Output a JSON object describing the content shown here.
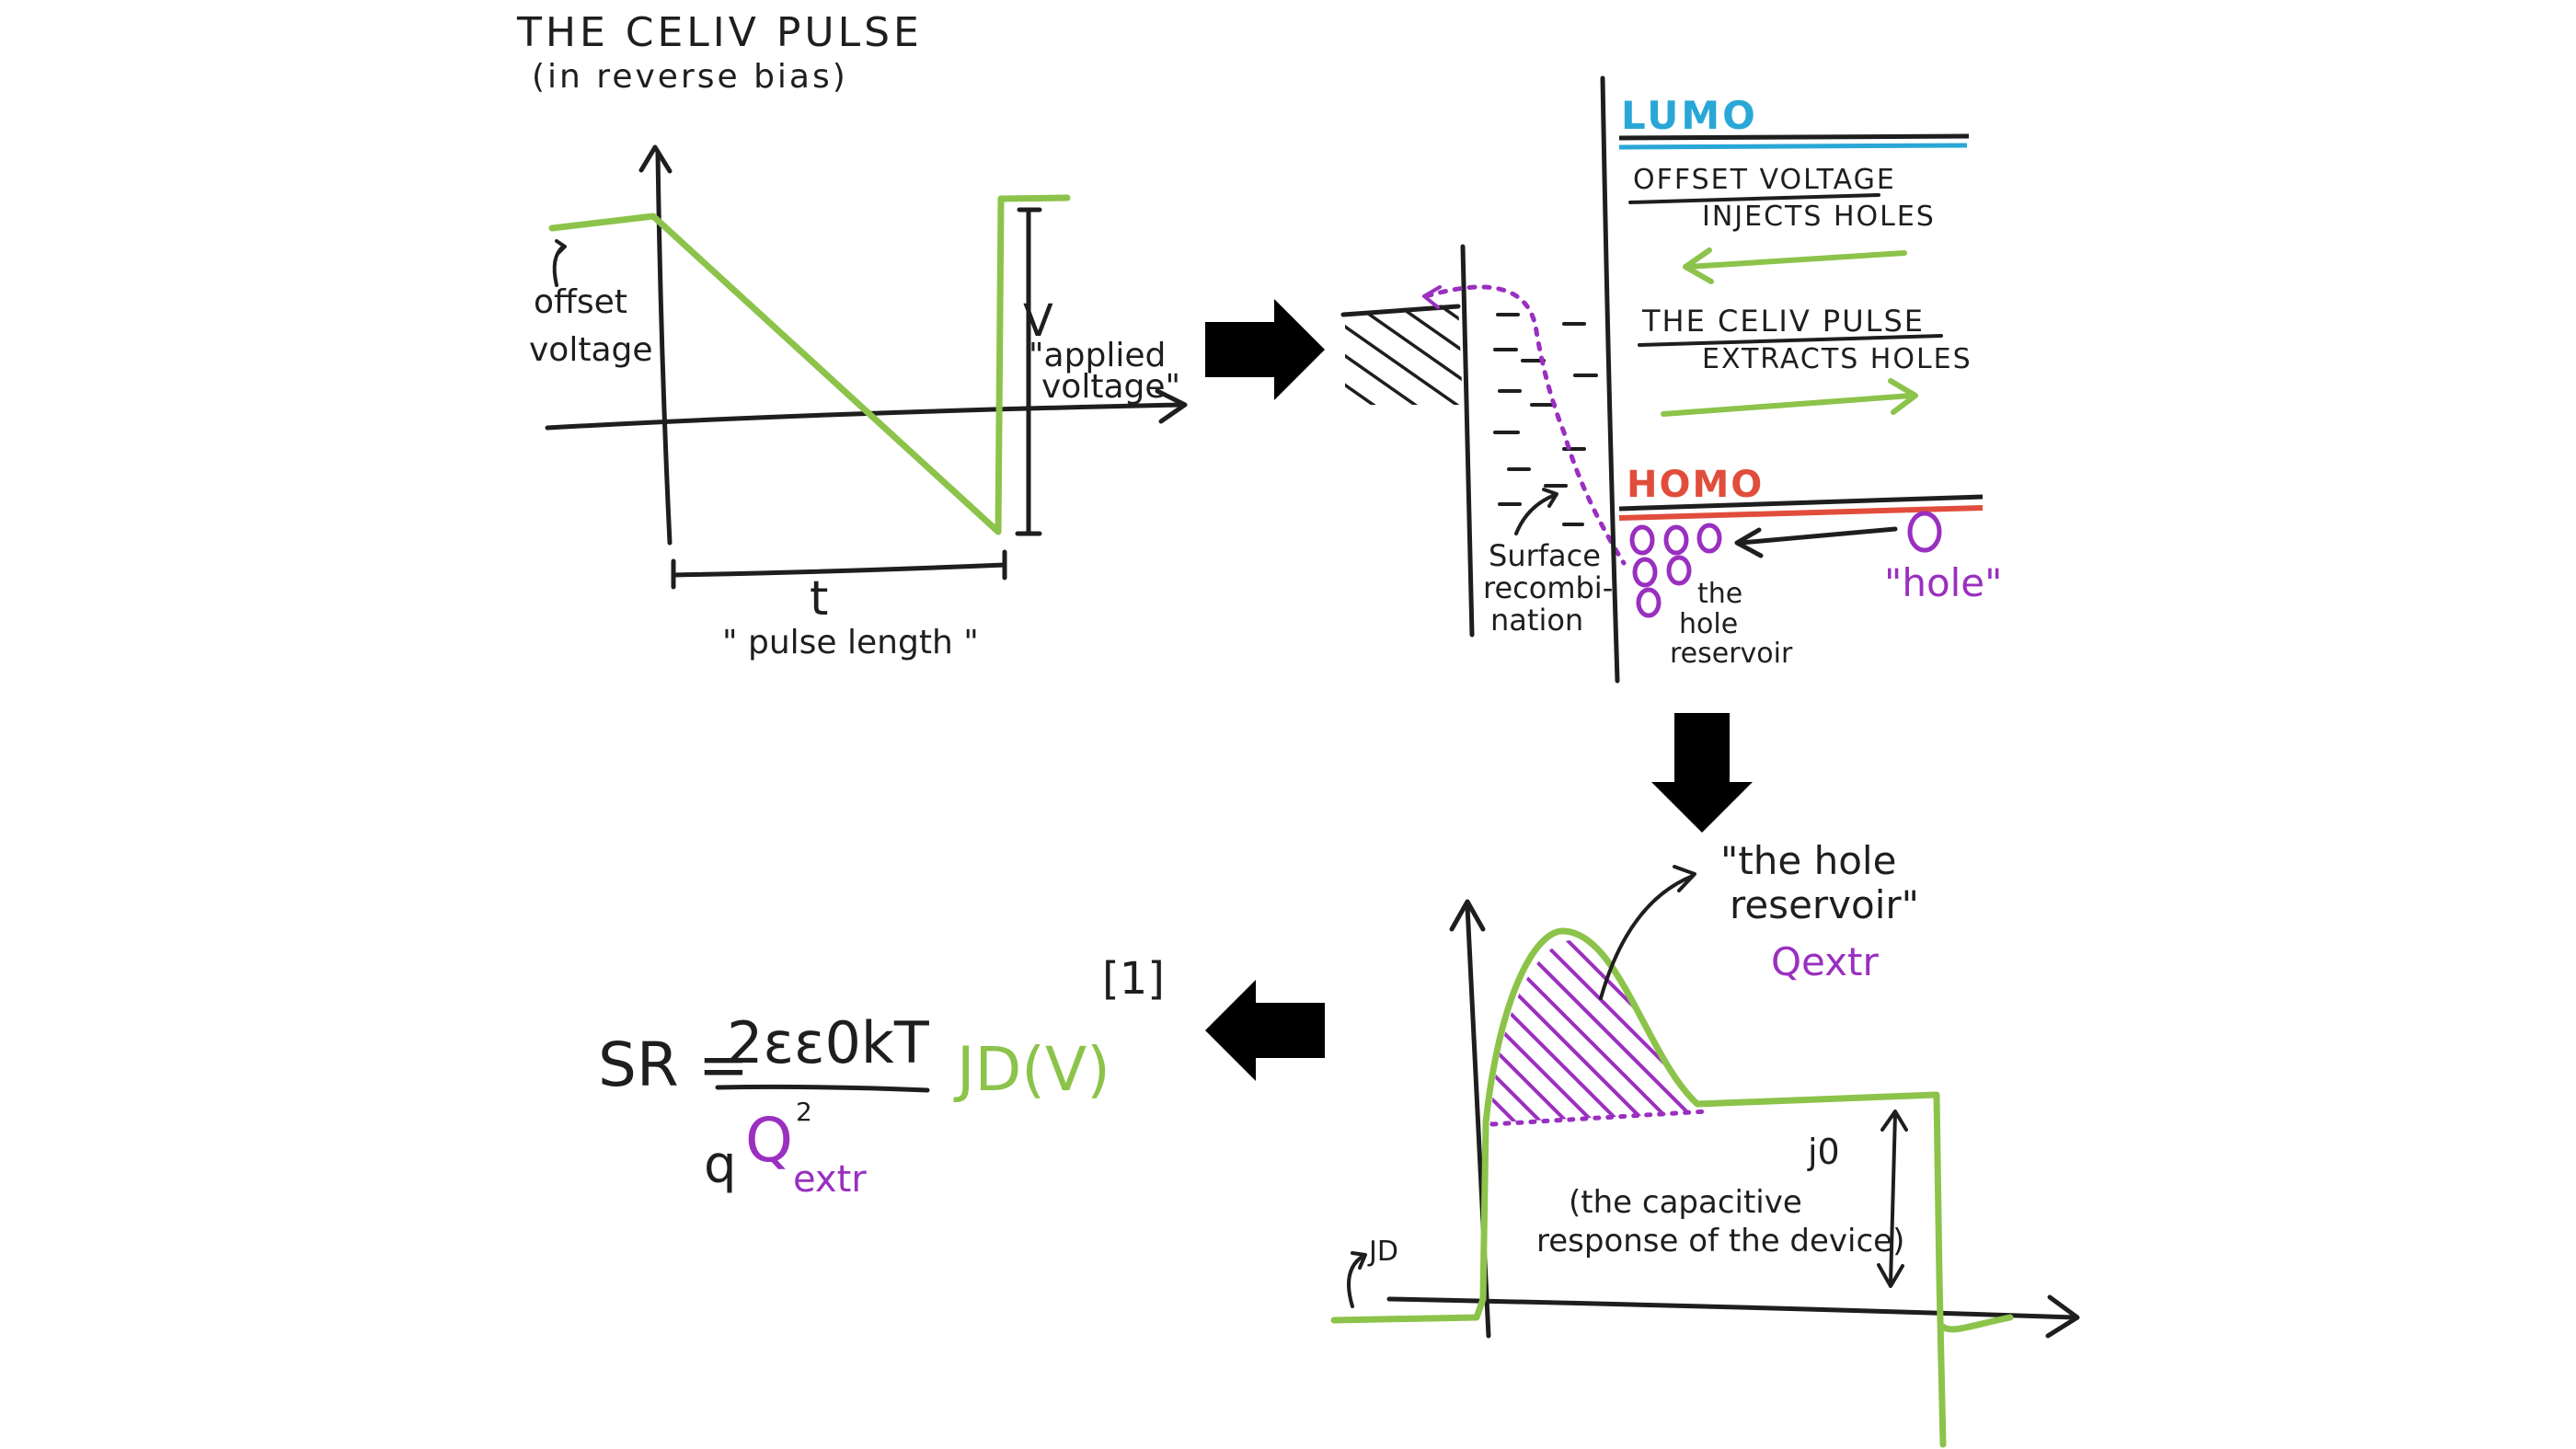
{
  "colors": {
    "ink": "#1e1e1e",
    "green": "#8cc34a",
    "purple": "#9a2fc0",
    "lumo_blue": "#29a7d6",
    "homo_red": "#e14d3c"
  },
  "pulse_panel": {
    "title": "THE CELIV PULSE",
    "subtitle": "(in reverse bias)",
    "offset_label_1": "offset",
    "offset_label_2": "voltage",
    "v_label": "V",
    "applied_1": "\"applied",
    "applied_2": "voltage\"",
    "t_label": "t",
    "pulse_length": "\" pulse length \""
  },
  "band_panel": {
    "lumo": "LUMO",
    "homo": "HOMO",
    "offset_line_1": "OFFSET VOLTAGE",
    "offset_line_2": "INJECTS HOLES",
    "celiv_line_1": "THE CELIV PULSE",
    "celiv_line_2": "EXTRACTS HOLES",
    "surface_1": "Surface",
    "surface_2": "recombi-",
    "surface_3": "nation",
    "reservoir_1": "the",
    "reservoir_2": "hole",
    "reservoir_3": "reservoir",
    "hole_label": "\"hole\""
  },
  "current_panel": {
    "reservoir_quote_1": "\"the hole",
    "reservoir_quote_2": "reservoir\"",
    "q_extr": "Qextr",
    "j0": "j0",
    "capacitive_1": "(the capacitive",
    "capacitive_2": "response of the device)",
    "jd_label": "JD"
  },
  "formula": {
    "lhs": "SR =",
    "numerator": "2εε0kT",
    "denominator_q": "q",
    "denominator_Q": "Q",
    "denominator_sup": "2",
    "denominator_sub": "extr",
    "factor": "JD(V)",
    "citation": "[1]"
  },
  "arrows": [
    {
      "name": "arrow-right",
      "direction": "right"
    },
    {
      "name": "arrow-down",
      "direction": "down"
    },
    {
      "name": "arrow-left",
      "direction": "left"
    }
  ]
}
